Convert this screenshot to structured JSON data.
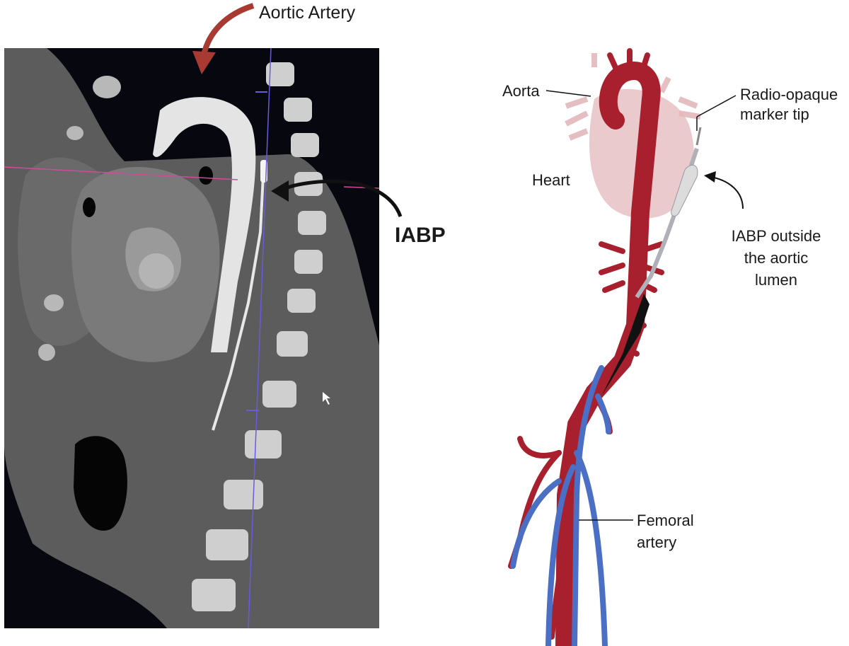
{
  "ct_panel": {
    "title": "Aortic Artery",
    "device_label": "IABP"
  },
  "illustration": {
    "aorta_label": "Aorta",
    "heart_label": "Heart",
    "marker_label": [
      "Radio-opaque",
      "marker tip"
    ],
    "iabp_outside_label": [
      "IABP outside",
      "the aortic",
      "lumen"
    ],
    "femoral_label": [
      "Femoral",
      "artery"
    ]
  },
  "colors": {
    "artery_red": "#a8202d",
    "vein_blue": "#4a6fc4",
    "heart_pink": "#e8c4c6",
    "ct_background": "#0a0a1a",
    "arrow_red": "#a83a32"
  }
}
